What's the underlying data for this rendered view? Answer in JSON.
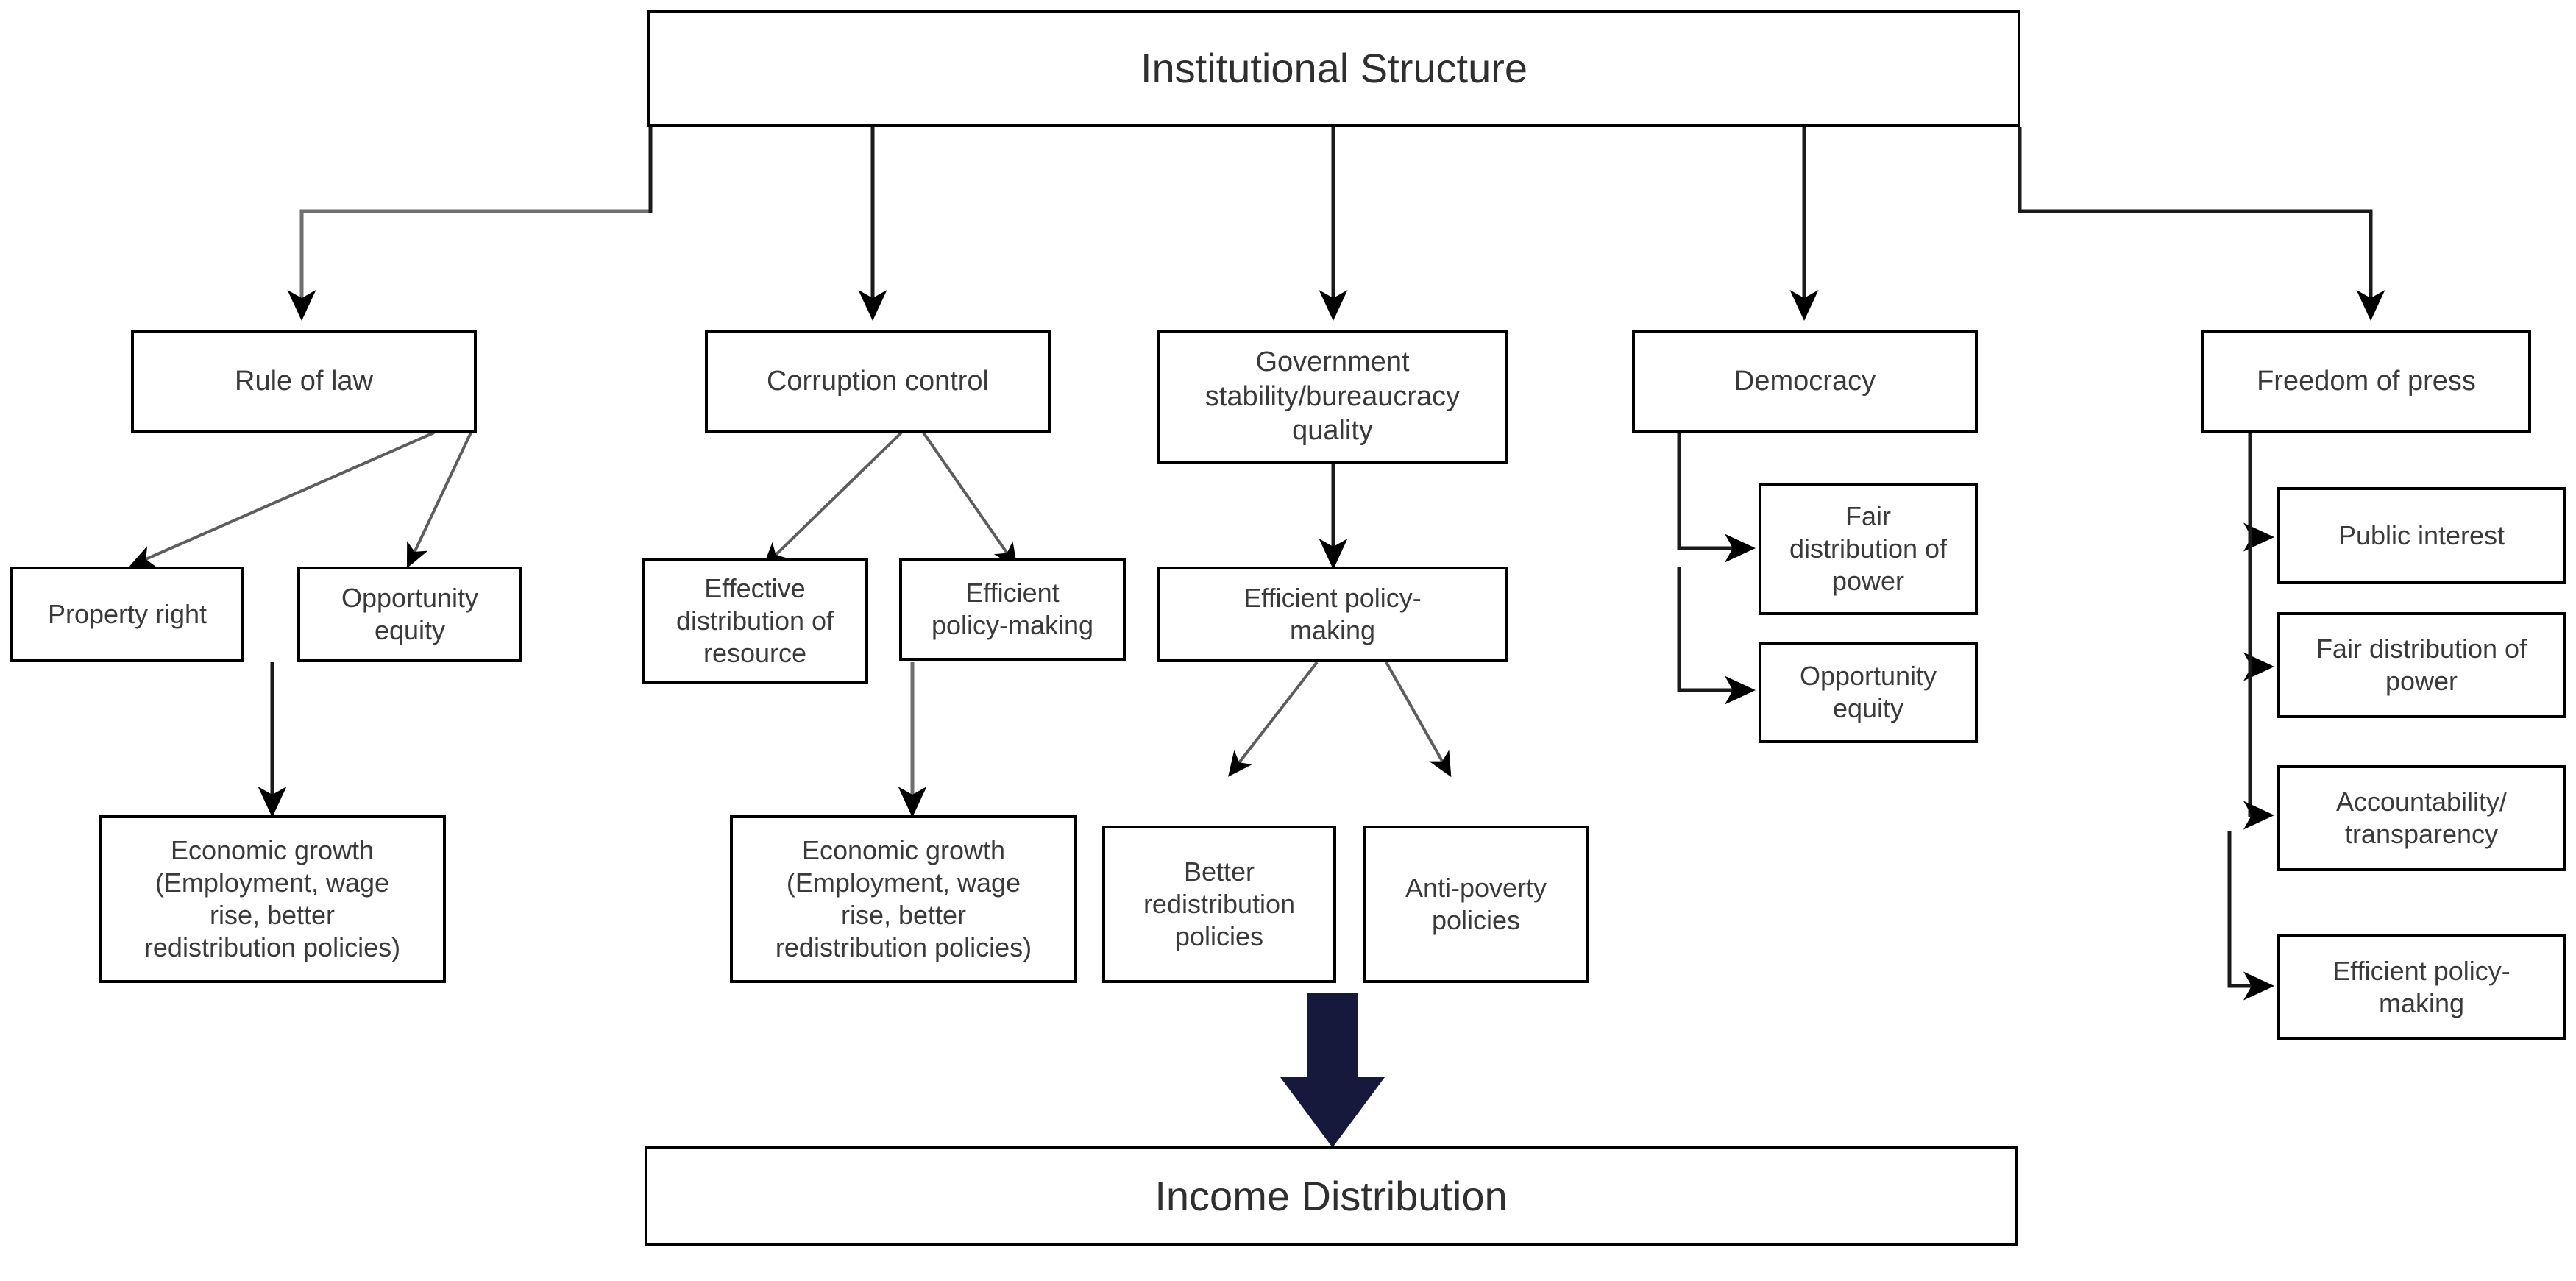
{
  "diagram": {
    "title": "Institutional Structure",
    "outcome": "Income Distribution",
    "accent_arrow_color": "#16183c",
    "box_border_color": "#000000",
    "connector_color": "#1a1a1a",
    "connector_gray": "#6f6f6f",
    "nodes": {
      "root": "Institutional Structure",
      "rule_of_law": "Rule of law",
      "corruption_control": "Corruption control",
      "gov_stability": "Government\nstability/bureaucracy\nquality",
      "democracy": "Democracy",
      "freedom_of_press": "Freedom of press",
      "property_right": "Property right",
      "opportunity_equity": "Opportunity\nequity",
      "effective_distribution": "Effective\ndistribution of\nresource",
      "efficient_policy_corruption": "Efficient\npolicy-making",
      "efficient_policy_gov": "Efficient policy-\nmaking",
      "econ_growth_left": "Economic growth\n(Employment, wage\nrise, better\nredistribution policies)",
      "econ_growth_mid": "Economic growth\n(Employment, wage\nrise, better\nredistribution policies)",
      "better_redistribution": "Better\nredistribution\npolicies",
      "anti_poverty": "Anti-poverty\npolicies",
      "dem_fair_distribution": "Fair\ndistribution of\npower",
      "dem_opportunity_equity": "Opportunity\nequity",
      "press_public_interest": "Public interest",
      "press_fair_distribution": "Fair distribution of\npower",
      "press_accountability": "Accountability/\ntransparency",
      "press_efficient_policy": "Efficient policy-\nmaking",
      "income_distribution": "Income Distribution"
    },
    "edges": [
      {
        "from": "root",
        "to": "rule_of_law",
        "style": "orthogonal"
      },
      {
        "from": "root",
        "to": "corruption_control",
        "style": "orthogonal"
      },
      {
        "from": "root",
        "to": "gov_stability",
        "style": "orthogonal"
      },
      {
        "from": "root",
        "to": "democracy",
        "style": "orthogonal"
      },
      {
        "from": "root",
        "to": "freedom_of_press",
        "style": "orthogonal"
      },
      {
        "from": "rule_of_law",
        "to": "property_right",
        "style": "diagonal"
      },
      {
        "from": "rule_of_law",
        "to": "opportunity_equity",
        "style": "diagonal"
      },
      {
        "from": "property_right",
        "to": "econ_growth_left",
        "style": "straight"
      },
      {
        "from": "corruption_control",
        "to": "effective_distribution",
        "style": "diagonal"
      },
      {
        "from": "corruption_control",
        "to": "efficient_policy_corruption",
        "style": "diagonal"
      },
      {
        "from": "efficient_policy_corruption",
        "to": "econ_growth_mid",
        "style": "straight"
      },
      {
        "from": "gov_stability",
        "to": "efficient_policy_gov",
        "style": "straight"
      },
      {
        "from": "efficient_policy_gov",
        "to": "better_redistribution",
        "style": "diagonal"
      },
      {
        "from": "efficient_policy_gov",
        "to": "anti_poverty",
        "style": "diagonal"
      },
      {
        "from": "democracy",
        "to": "dem_fair_distribution",
        "style": "orthogonal"
      },
      {
        "from": "democracy",
        "to": "dem_opportunity_equity",
        "style": "orthogonal"
      },
      {
        "from": "freedom_of_press",
        "to": "press_public_interest",
        "style": "orthogonal"
      },
      {
        "from": "freedom_of_press",
        "to": "press_fair_distribution",
        "style": "orthogonal"
      },
      {
        "from": "freedom_of_press",
        "to": "press_accountability",
        "style": "orthogonal"
      },
      {
        "from": "freedom_of_press",
        "to": "press_efficient_policy",
        "style": "orthogonal"
      },
      {
        "from": "diagram",
        "to": "income_distribution",
        "style": "block-arrow"
      }
    ]
  }
}
